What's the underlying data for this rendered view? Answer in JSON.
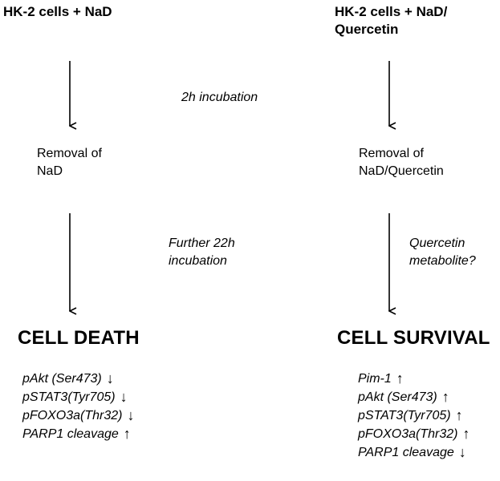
{
  "left": {
    "title": "HK-2 cells + NaD",
    "removal": [
      "Removal of",
      "NaD"
    ],
    "outcome": "CELL DEATH",
    "markers": [
      {
        "label": "pAkt (Ser473)",
        "direction": "↓"
      },
      {
        "label": "pSTAT3(Tyr705)",
        "direction": "↓"
      },
      {
        "label": "pFOXO3a(Thr32)",
        "direction": "↓"
      },
      {
        "label": "PARP1 cleavage",
        "direction": "↑"
      }
    ]
  },
  "right": {
    "title": [
      "HK-2 cells + NaD/",
      "Quercetin"
    ],
    "removal": [
      "Removal of",
      "NaD/Quercetin"
    ],
    "outcome": "CELL SURVIVAL",
    "markers": [
      {
        "label": "Pim-1",
        "direction": "↑"
      },
      {
        "label": "pAkt (Ser473)",
        "direction": "↑"
      },
      {
        "label": "pSTAT3(Tyr705)",
        "direction": "↑"
      },
      {
        "label": "pFOXO3a(Thr32)",
        "direction": "↑"
      },
      {
        "label": "PARP1 cleavage",
        "direction": "↓"
      }
    ]
  },
  "middle": {
    "incubation_1": "2h incubation",
    "incubation_2": [
      "Further 22h",
      "incubation"
    ],
    "metabolite": [
      "Quercetin",
      "metabolite?"
    ]
  }
}
